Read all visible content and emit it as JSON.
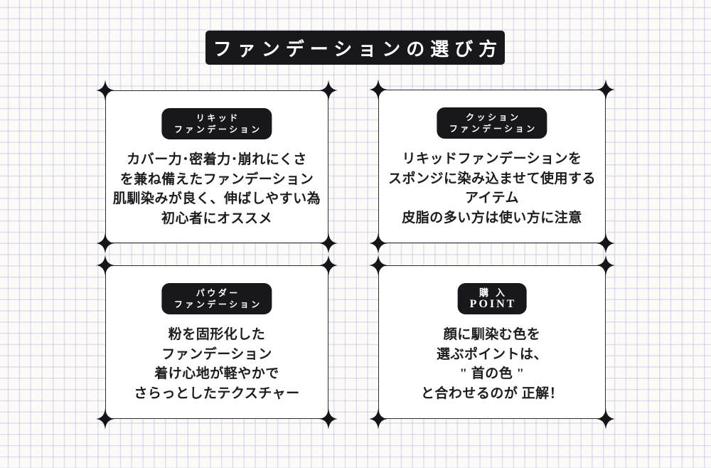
{
  "page": {
    "title": "ファンデーションの選び方"
  },
  "colors": {
    "ink": "#17171c",
    "card_background": "#ffffff",
    "page_background": "#fcfbf7",
    "grid_line": "#c7c2e7",
    "badge_text": "#ffffff"
  },
  "icons": {
    "corner_ornament": "four-point-star-sparkle-icon"
  },
  "cards": [
    {
      "name": "liquid-foundation",
      "badge": [
        "リキッド",
        "ファンデーション"
      ],
      "lines": [
        "カバー力･密着力･崩れにくさ",
        "を兼ね備えたファンデーション",
        "肌馴染みが良く、伸ばしやすい為",
        "初心者にオススメ"
      ]
    },
    {
      "name": "cushion-foundation",
      "badge": [
        "クッション",
        "ファンデーション"
      ],
      "lines": [
        "リキッドファンデーションを",
        "スポンジに染み込ませて使用する",
        "アイテム",
        "皮脂の多い方は使い方に注意"
      ]
    },
    {
      "name": "powder-foundation",
      "badge": [
        "パウダー",
        "ファンデーション"
      ],
      "lines": [
        "粉を固形化した",
        "ファンデーション",
        "着け心地が軽やかで",
        "さらっとしたテクスチャー"
      ]
    },
    {
      "name": "purchase-point",
      "badge": [
        "購入",
        "POINT"
      ],
      "lines": [
        "顔に馴染む色を",
        "選ぶポイントは、",
        "\" 首の色 \"",
        "と合わせるのが 正解！"
      ]
    }
  ]
}
